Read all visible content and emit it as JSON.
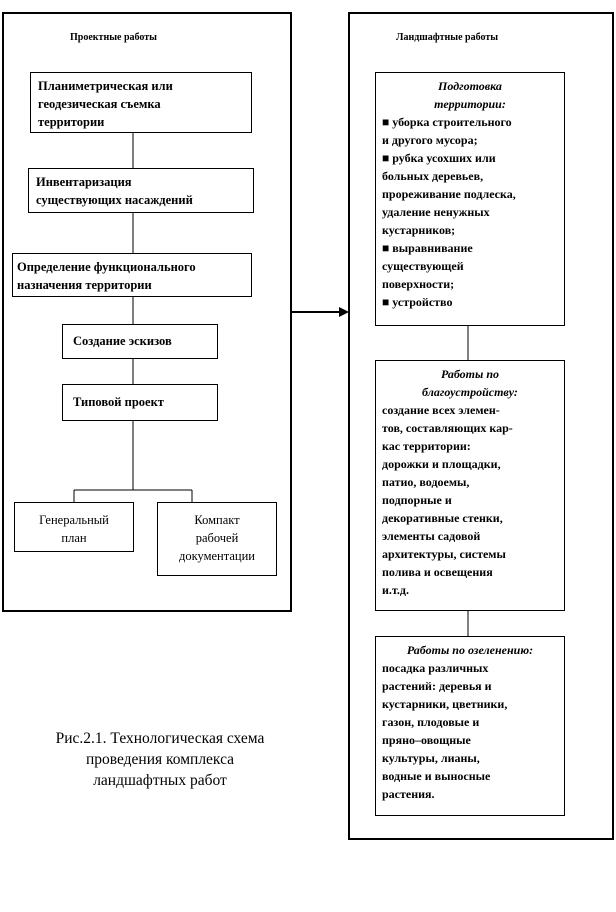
{
  "left": {
    "title": "Проектные работы",
    "steps": [
      [
        "Планиметрическая или",
        "геодезическая съемка",
        "территории"
      ],
      [
        "Инвентаризация",
        "существующих насаждений"
      ],
      [
        "Определение функционального",
        "назначения территории"
      ],
      [
        "Создание эскизов"
      ],
      [
        "Типовой проект"
      ]
    ],
    "outputs": [
      [
        "Генеральный",
        "план"
      ],
      [
        "Компакт",
        "рабочей",
        "документации"
      ]
    ]
  },
  "right": {
    "title": "Ландшафтные работы",
    "blocks": [
      {
        "title": [
          "Подготовка",
          "территории:"
        ],
        "lines": [
          "■ уборка строительного",
          "и другого мусора;",
          "■ рубка усохших или",
          "больных деревьев,",
          "прореживание подлеска,",
          "удаление ненужных",
          "кустарников;",
          "■ выравнивание",
          "существующей",
          "поверхности;",
          "■ устройство"
        ]
      },
      {
        "title": [
          "Работы по",
          "благоустройству:"
        ],
        "lines": [
          "создание всех элемен-",
          "тов, составляющих кар-",
          "кас территории:",
          "дорожки и площадки,",
          "патио, водоемы,",
          "подпорные и",
          "декоративные стенки,",
          "элементы садовой",
          "архитектуры, системы",
          "полива и освещения",
          "и.т.д."
        ]
      },
      {
        "title": [
          "Работы по озеленению:"
        ],
        "lines": [
          "посадка различных",
          "растений: деревья и",
          "кустарники, цветники,",
          "газон, плодовые и",
          "пряно–овощные",
          "культуры, лианы,",
          "водные и выносные",
          "растения."
        ]
      }
    ]
  },
  "caption": [
    "Рис.2.1. Технологическая схема",
    "проведения комплекса",
    "ландшафтных работ"
  ]
}
